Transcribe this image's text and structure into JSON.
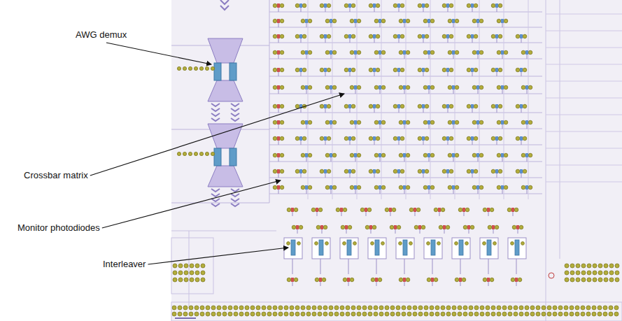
{
  "diagram": {
    "labels": [
      "AWG demux",
      "Crossbar matrix",
      "Monitor photodiodes",
      "Interleaver"
    ]
  }
}
